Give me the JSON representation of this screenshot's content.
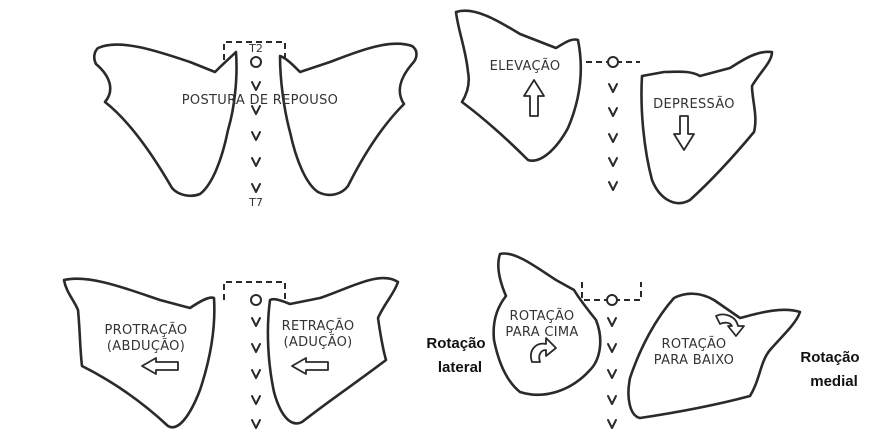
{
  "panels": {
    "rest": {
      "label": "POSTURA DE REPOUSO",
      "top_vertebra": "T2",
      "bottom_vertebra": "T7"
    },
    "elevation": {
      "left_label": "ELEVAÇÃO",
      "right_label": "DEPRESSÃO"
    },
    "protraction": {
      "left_label_1": "PROTRAÇÃO",
      "left_label_2": "(ABDUÇÃO)",
      "right_label_1": "RETRAÇÃO",
      "right_label_2": "(ADUÇÃO)"
    },
    "rotation": {
      "left_label_1": "ROTAÇÃO",
      "left_label_2": "PARA CIMA",
      "right_label_1": "ROTAÇÃO",
      "right_label_2": "PARA BAIXO",
      "side_left_1": "Rotação",
      "side_left_2": "lateral",
      "side_right_1": "Rotação",
      "side_right_2": "medial"
    }
  }
}
